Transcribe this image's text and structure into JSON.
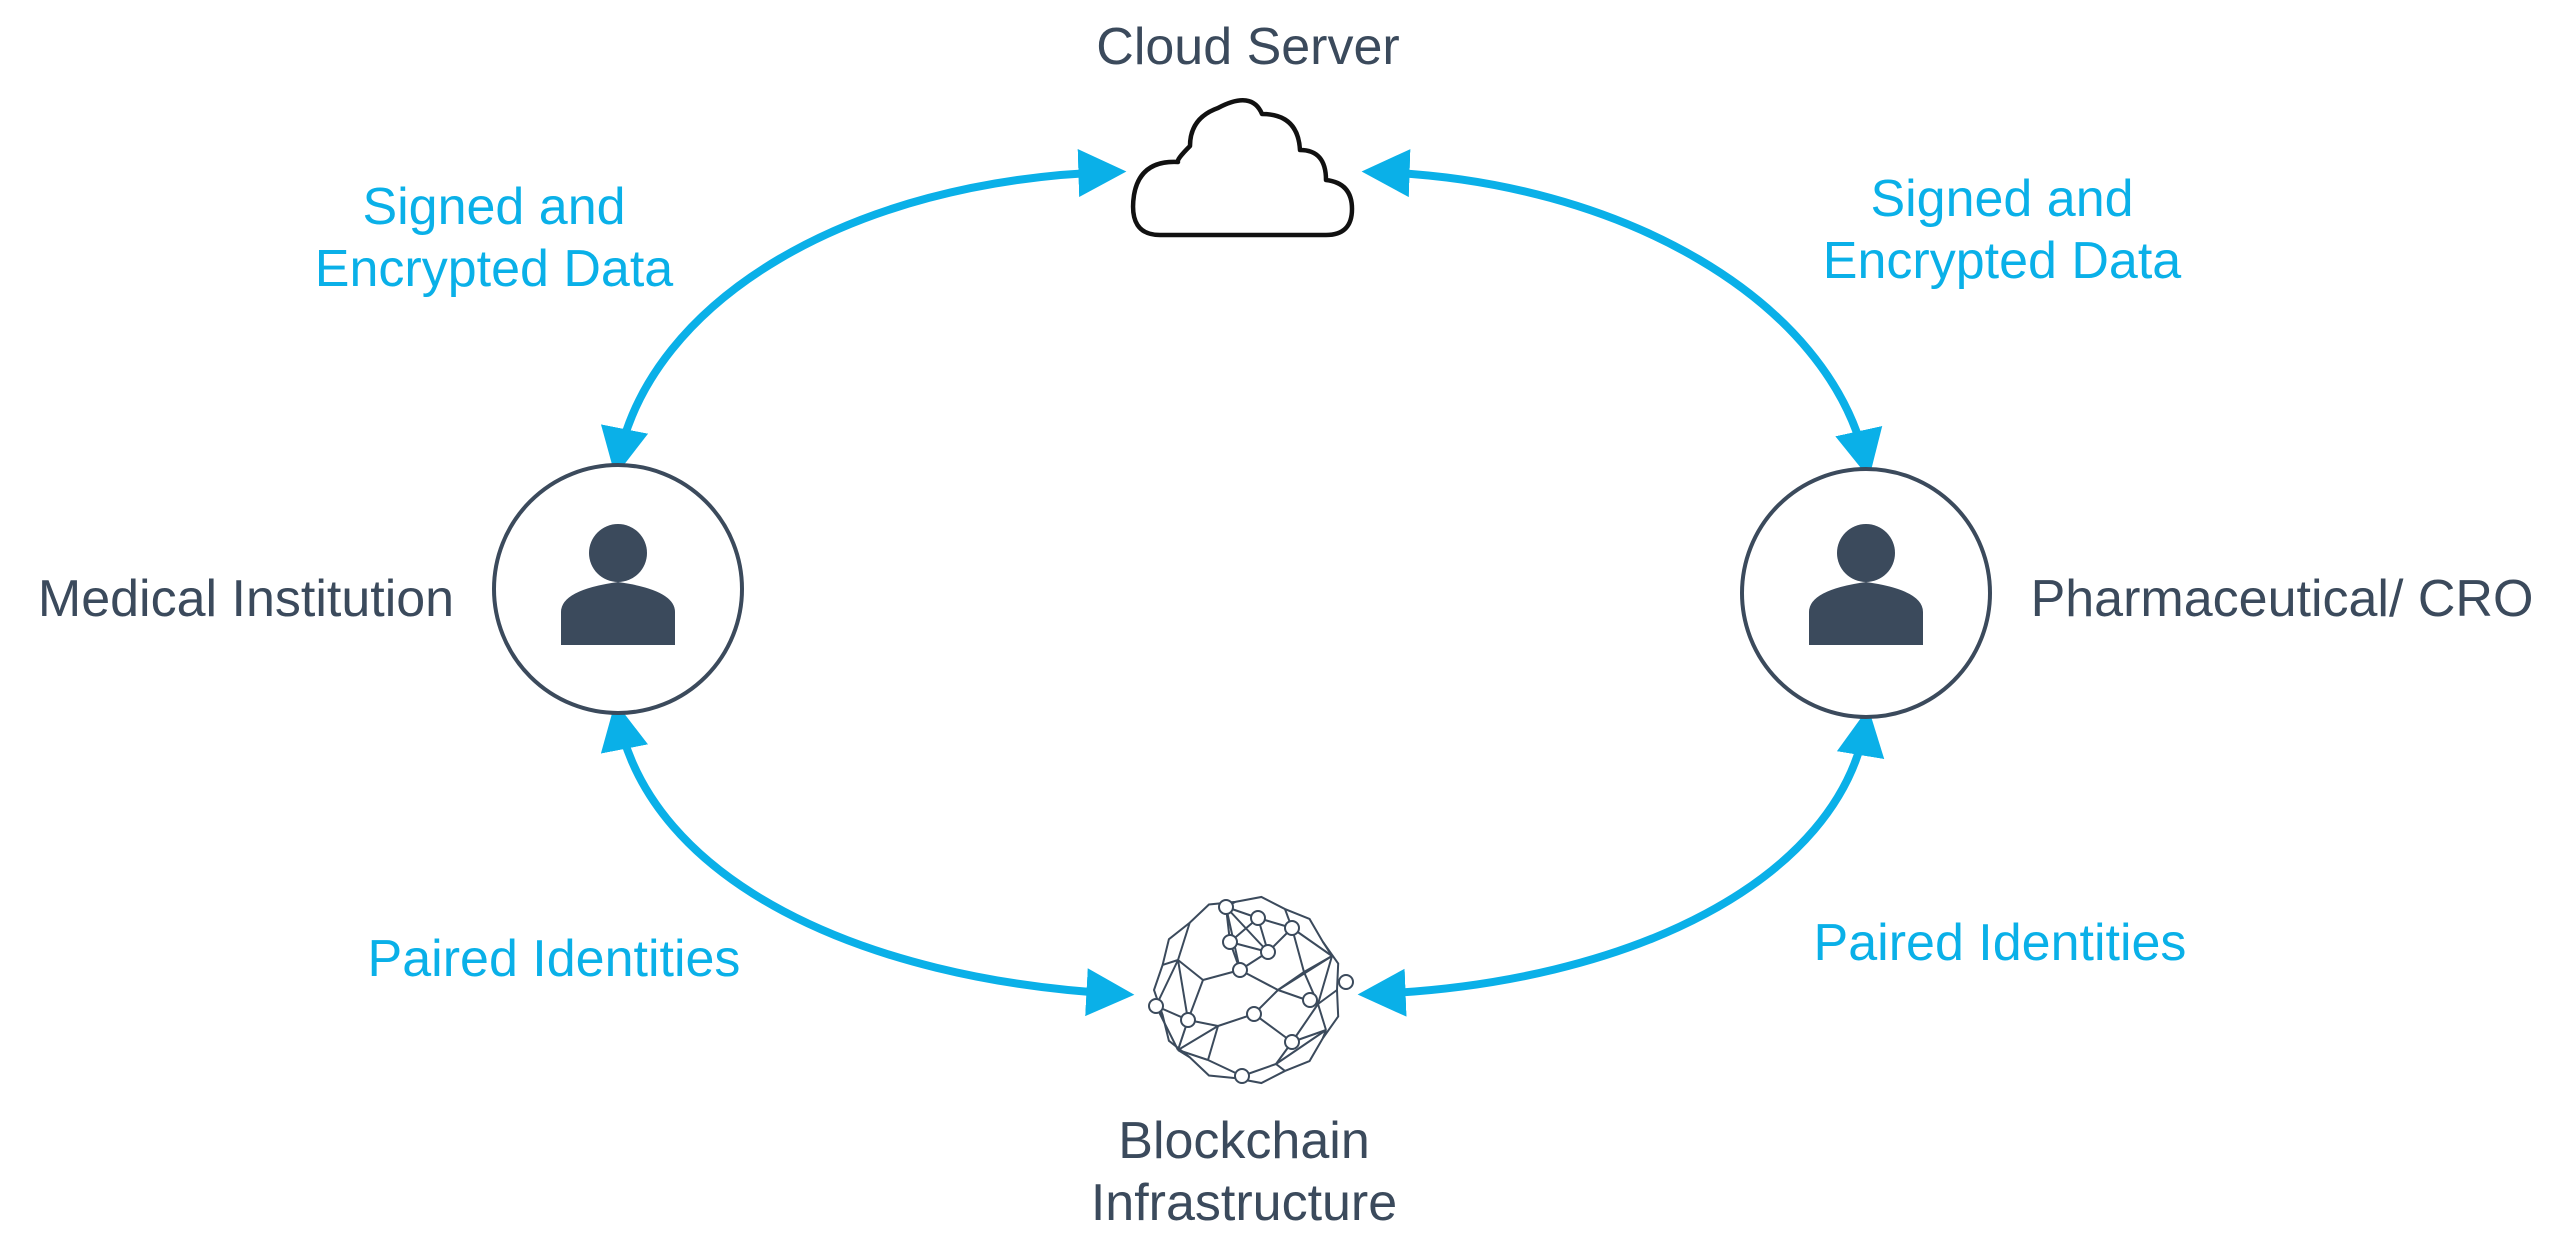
{
  "colors": {
    "dark": "#3b4a5c",
    "accent": "#0ab0e8",
    "background": "#ffffff"
  },
  "nodes": {
    "cloud": {
      "label": "Cloud Server",
      "icon": "cloud-icon"
    },
    "medical": {
      "label": "Medical Institution",
      "icon": "person-icon"
    },
    "pharma": {
      "label": "Pharmaceutical/ CRO",
      "icon": "person-icon"
    },
    "blockchain": {
      "label_line1": "Blockchain",
      "label_line2": "Infrastructure",
      "icon": "network-globe-icon"
    }
  },
  "edges": {
    "medical_cloud": {
      "label_line1": "Signed and",
      "label_line2": "Encrypted Data"
    },
    "pharma_cloud": {
      "label_line1": "Signed and",
      "label_line2": "Encrypted Data"
    },
    "medical_blockchain": {
      "label": "Paired Identities"
    },
    "pharma_blockchain": {
      "label": "Paired Identities"
    }
  }
}
